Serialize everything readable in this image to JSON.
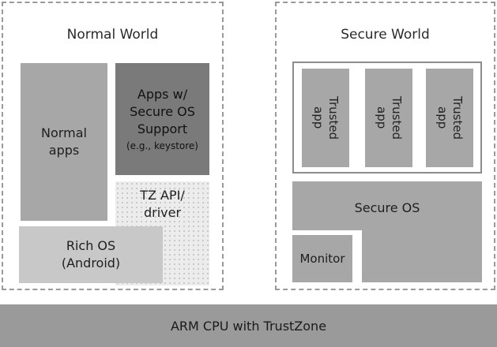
{
  "normal_world": {
    "title": "Normal World",
    "normal_apps": "Normal\napps",
    "apps_secure_support": "Apps w/\nSecure OS\nSupport",
    "apps_secure_support_example": "(e.g., keystore)",
    "tz_api": "TZ API/\ndriver",
    "rich_os": "Rich OS\n(Android)"
  },
  "secure_world": {
    "title": "Secure World",
    "trusted_apps": [
      "Trusted\napp",
      "Trusted\napp",
      "Trusted\napp"
    ],
    "secure_os": "Secure OS",
    "monitor": "Monitor"
  },
  "cpu_bar": {
    "label": "ARM CPU with TrustZone"
  },
  "colors": {
    "dark_block": "#7a7a7a",
    "medium_block": "#a7a7a7",
    "light_block": "#c8c8c8",
    "cpu_bar": "#9a9a9a"
  }
}
